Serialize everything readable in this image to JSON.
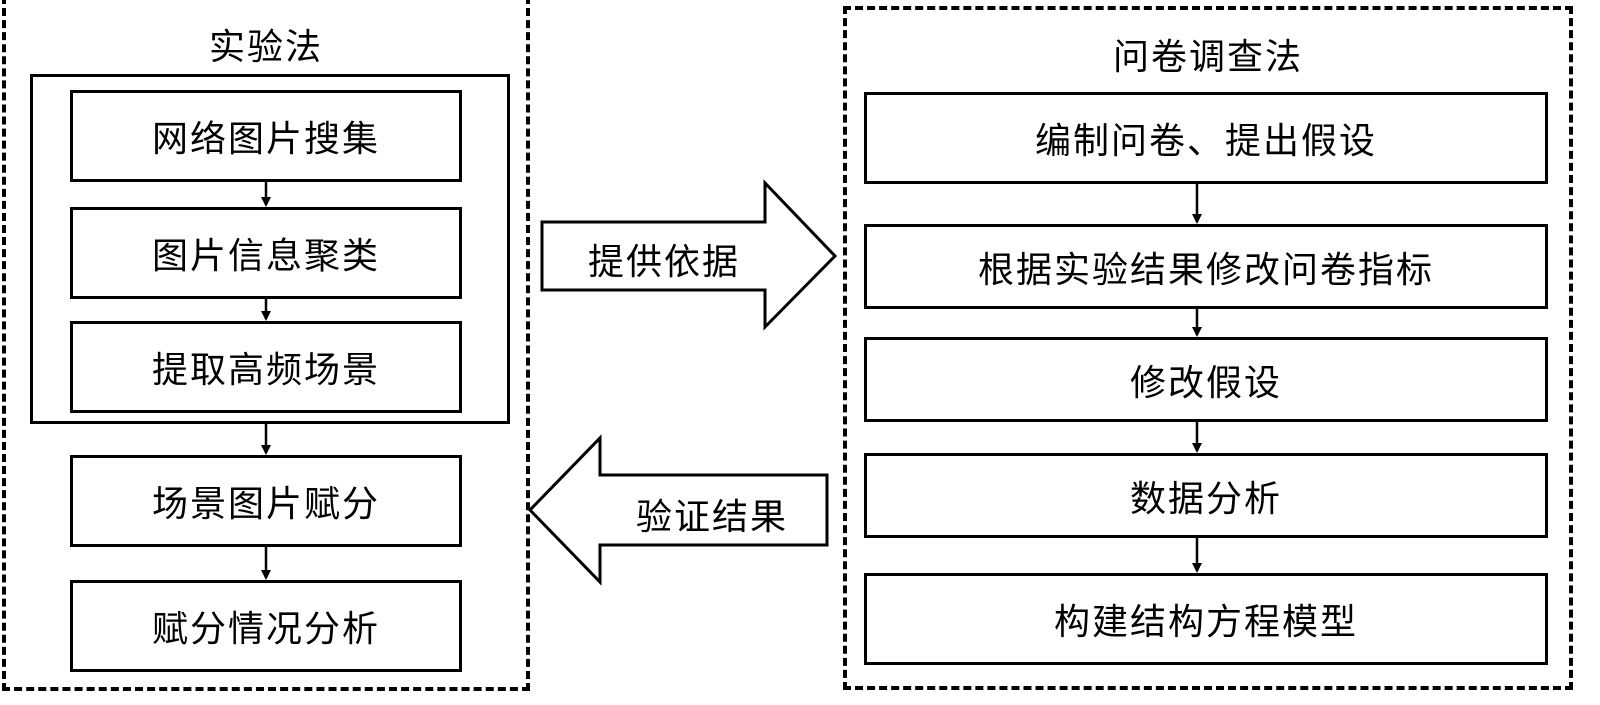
{
  "left_panel": {
    "title": "实验法",
    "inner_steps": [
      "网络图片搜集",
      "图片信息聚类",
      "提取高频场景"
    ],
    "outer_steps": [
      "场景图片赋分",
      "赋分情况分析"
    ]
  },
  "right_panel": {
    "title": "问卷调查法",
    "steps": [
      "编制问卷、提出假设",
      "根据实验结果修改问卷指标",
      "修改假设",
      "数据分析",
      "构建结构方程模型"
    ]
  },
  "arrows": {
    "to_right": "提供依据",
    "to_left": "验证结果"
  }
}
